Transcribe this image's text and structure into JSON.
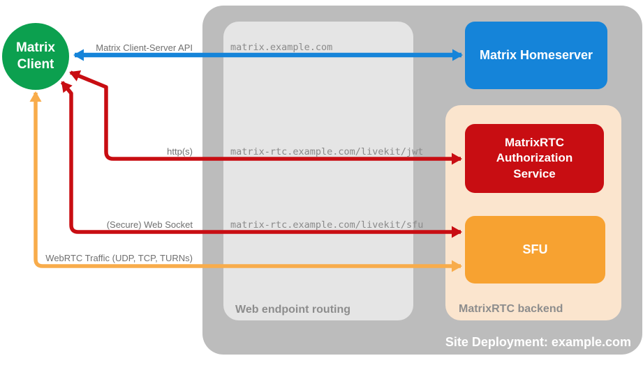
{
  "colors": {
    "client_green": "#0CA04F",
    "homeserver_blue": "#1584D9",
    "auth_red": "#C80D12",
    "sfu_orange": "#F7A231",
    "webrtc_arrow_orange": "#F8AC4B",
    "backend_peach": "#FBE5CE",
    "site_gray": "#BCBCBC",
    "routing_gray": "#E5E5E5",
    "label_gray": "#6F6F6F"
  },
  "client": {
    "label": "Matrix Client"
  },
  "nodes": {
    "homeserver": {
      "label": "Matrix Homeserver"
    },
    "auth": {
      "label": "MatrixRTC Authorization Service"
    },
    "sfu": {
      "label": "SFU"
    }
  },
  "routing": {
    "title": "Web endpoint routing",
    "endpoints": [
      "matrix.example.com",
      "matrix-rtc.example.com/livekit/jwt",
      "matrix-rtc.example.com/livekit/sfu"
    ]
  },
  "backend": {
    "title": "MatrixRTC backend"
  },
  "site": {
    "title": "Site Deployment: example.com"
  },
  "connections": [
    {
      "label": "Matrix Client-Server API",
      "color": "#1584D9",
      "from": "Matrix Client",
      "to": "Matrix Homeserver",
      "bidirectional": true
    },
    {
      "label": "http(s)",
      "color": "#C80D12",
      "from": "Matrix Client",
      "to": "MatrixRTC Authorization Service",
      "bidirectional": true
    },
    {
      "label": "(Secure) Web Socket",
      "color": "#C80D12",
      "from": "Matrix Client",
      "to": "SFU",
      "bidirectional": true
    },
    {
      "label": "WebRTC Traffic (UDP, TCP, TURNs)",
      "color": "#F8AC4B",
      "from": "Matrix Client",
      "to": "SFU",
      "bidirectional": true
    }
  ]
}
